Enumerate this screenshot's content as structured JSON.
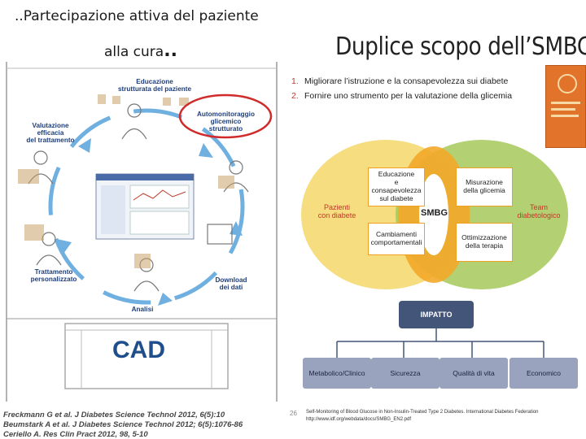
{
  "left": {
    "title_line1": "..Partecipazione attiva del paziente",
    "title_line2": "alla cura",
    "title_line2_dots": "..",
    "cycle": {
      "education": "Educazione\nstrutturata del paziente",
      "self_monitoring": "Automonitoraggio\nglicemico\nstrutturato",
      "download": "Download\ndei dati",
      "analysis": "Analisi",
      "treatment": "Trattamento\npersonalizzato",
      "evaluation": "Valutazione\nefficacia\ndel trattamento"
    },
    "cad_label": "CAD",
    "references": [
      "Freckmann G et al. J Diabetes Science Technol 2012, 6(5):10",
      "Beumstark A et al. J Diabetes Science Technol 2012; 6(5):1076-86",
      "Ceriello A. Res Clin Pract 2012, 98, 5-10"
    ]
  },
  "right": {
    "title": "Duplice scopo dell’SMBG",
    "goals": [
      {
        "num": "1.",
        "text": "Migliorare l’istruzione e la consapevolezza sui diabete"
      },
      {
        "num": "2.",
        "text": "Fornire uno strumento per la valutazione della glicemia"
      }
    ],
    "venn": {
      "left_label": "Pazienti\ncon diabete",
      "right_label": "Team\ndiabetologico",
      "center": "SMBG",
      "box_education": "Educazione\ne consapevolezza\nsul diabete",
      "box_measure": "Misurazione\ndella glicemia",
      "box_behaviour": "Cambiamenti\ncomportamentali",
      "box_therapy": "Ottimizzazione\ndella terapia"
    },
    "impact": "IMPATTO",
    "outcomes": [
      "Metabolico/Clinico",
      "Sicurezza",
      "Qualità di vita",
      "Economico"
    ],
    "page_number": "26",
    "footnote_line1": "Self-Monitoring of Blood Glucose in Non-Insulin-Treated Type 2 Diabetes. International Diabetes Federation",
    "footnote_line2": "http://www.idf.org/webdata/docs/SMBG_EN2.pdf"
  },
  "colors": {
    "accent_blue": "#1f4e8c",
    "venn_yellow": "#f5d768",
    "venn_orange": "#f3a92a",
    "venn_green": "#a6c95a",
    "highlight_red": "#d12a2a",
    "impact_dark": "#44557a",
    "outcome_gray": "#9aa3bd"
  }
}
